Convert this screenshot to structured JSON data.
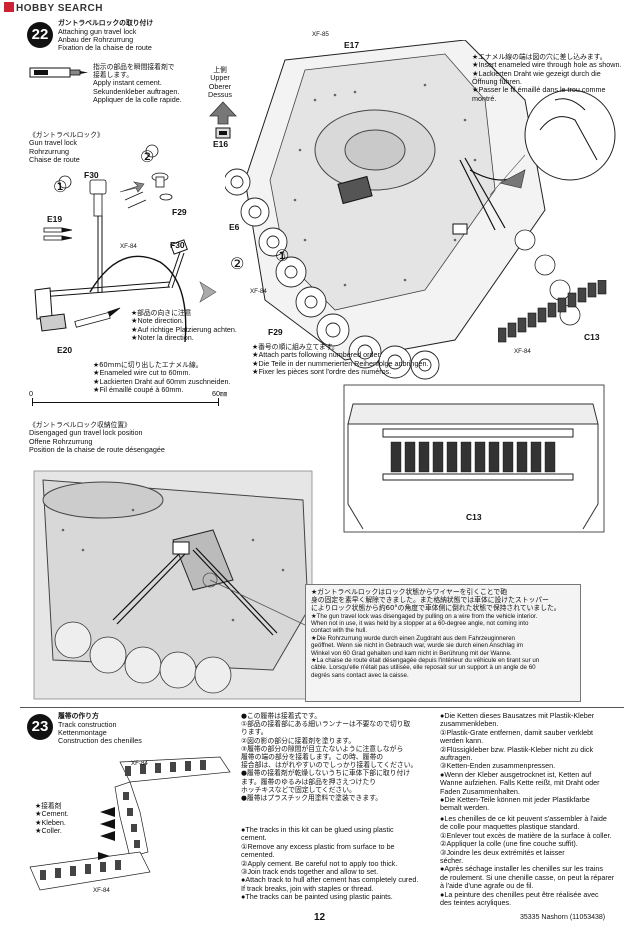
{
  "header": {
    "logo_text": "HOBBY SEARCH"
  },
  "step22": {
    "number": "22",
    "title_jp": "ガントラベルロックの取り付け",
    "title_en": "Attaching gun travel lock",
    "title_de": "Anbau der Rohrzurrung",
    "title_fr": "Fixation de la chaise de route",
    "glue_jp": [
      "指示の部品を瞬間接着剤で",
      "接着します。"
    ],
    "glue_en": "Apply instant cement.",
    "glue_de": "Sekundenkleber auftragen.",
    "glue_fr": "Appliquer de la colle rapide.",
    "lock_jp": "《ガントラベルロック》",
    "lock_en": "Gun travel lock",
    "lock_de": "Rohrzurrung",
    "lock_fr": "Chaise de route",
    "up_jp": "上側",
    "up_en": "Upper",
    "up_de": "Oberer",
    "up_fr": "Dessus",
    "parts": {
      "e17": "E17",
      "xf85": "XF-85",
      "e16": "E16",
      "e6": "E6",
      "f30a": "F30",
      "f30b": "F30",
      "f29a": "F29",
      "f29b": "F29",
      "e19": "E19",
      "e20": "E20",
      "xf84a": "XF-84",
      "xf84b": "XF-84",
      "xf84c": "XF-84",
      "c13a": "C13",
      "c13b": "C13",
      "circ1": "①",
      "circ2": "②",
      "circ1b": "①",
      "circ2b": "②"
    },
    "enamel_jp": "★エナメル線の端は図の穴に差し込みます。",
    "enamel_en": "★Insert enameled wire through hole as shown.",
    "enamel_de": "★Lackierten Draht wie gezeigt durch die",
    "enamel_de2": "Öffnung führen.",
    "enamel_fr": "★Passer le fil émaillé dans le trou comme",
    "enamel_fr2": "montré.",
    "dir_jp": "★部品の向きに注意",
    "dir_en": "★Note direction.",
    "dir_de": "★Auf richtige Platzierung achten.",
    "dir_fr": "★Noter la direction.",
    "wire_jp": "★60mmに切り出したエナメル線。",
    "wire_en": "★Enameled wire cut to 60mm.",
    "wire_de": "★Lackierten Draht auf 60mm zuschneiden.",
    "wire_fr": "★Fil émaillé coupé à 60mm.",
    "order_jp": "★番号の順に組み立てます。",
    "order_en": "★Attach parts following numbered order.",
    "order_de": "★Die Teile in der nummerierten Reihenfolge anbringen.",
    "order_fr": "★Fixer les pièces sont l'ordre des numéros.",
    "ruler_start": "0",
    "ruler_end": "60㎜"
  },
  "disengaged": {
    "title_jp": "《ガントラベルロック収納位置》",
    "title_en": "Disengaged gun travel lock position",
    "title_de": "Offene Rohrzurrung",
    "title_fr": "Position de la chaise de route désengagée",
    "note_jp1": "★ガントラベルロックはロック状態からワイヤーを引くことで砲",
    "note_jp2": "身の固定を素早く解除できました。また格納状態では車体に設けたストッパー",
    "note_jp3": "によりロック状態から約60°の角度で車体側に倒れた状態で保持されていました。",
    "note_en1": "★The gun travel lock was disengaged by pulling on a wire from the vehicle interior.",
    "note_en2": "When not in use, it was held by a stopper at a 60-degree angle, not coming into",
    "note_en3": "contact with the hull.",
    "note_de1": "★Die Rohrzurrung wurde durch einen Zugdraht aus dem Fahrzeuginneren",
    "note_de2": "geöffnet. Wenn sie nicht in Gebrauch war, wurde sie durch einen Anschlag im",
    "note_de3": "Winkel von 60 Grad gehalten und kam nicht in Berührung mit der Wanne.",
    "note_fr1": "★La chaise de route était désengagée depuis l'intérieur du véhicule en tirant sur un",
    "note_fr2": "câble. Lorsqu'elle n'était pas utilisée, elle reposait sur un support à un angle de 60",
    "note_fr3": "degrés sans contact avec la caisse."
  },
  "step23": {
    "number": "23",
    "title_jp": "履帯の作り方",
    "title_en": "Track construction",
    "title_de": "Kettenmontage",
    "title_fr": "Construction des chenilles",
    "xf84a": "XF-84",
    "xf84b": "XF-84",
    "glue_jp": "★接着剤",
    "glue_en": "★Cement.",
    "glue_de": "★Kleben.",
    "glue_fr": "★Coller.",
    "jp_lines": [
      "●この履帯は接着式です。",
      "①部品の接着部にある細いランナーは不要なので切り取",
      "ります。",
      "②図の影の部分に接着剤を塗ります。",
      "③履帯の部分の隙間が目立たないように注意しながら",
      "履帯の端の部分を接着します。この時、履帯の",
      "接合部は、はがれやすいのでしっかり接着してください。",
      "●履帯の接着剤が乾燥しないうちに車体下部に取り付け",
      "ます。履帯のゆるみは部品を押さえつけたり",
      "ホッチキスなどで固定してください。",
      "●履帯はプラスチック用塗料で塗装できます。"
    ],
    "en_lines": [
      "●The tracks in this kit can be glued using plastic",
      "cement.",
      "①Remove any excess plastic from surface to be",
      "cemented.",
      "②Apply cement. Be careful not to apply too thick.",
      "③Join track ends together and allow to set.",
      "●Attach track to hull after cement has completely cured.",
      "If track breaks, join with staples or thread.",
      "●The tracks can be painted using plastic paints."
    ],
    "de_lines": [
      "●Die Ketten dieses Bausatzes mit Plastik-Kleber",
      "zusammenkleben.",
      "①Plastik-Grate entfernen, damit sauber verklebt",
      "werden kann.",
      "②Flüssigkleber bzw. Plastik-Kleber nicht zu dick",
      "auftragen.",
      "③Ketten-Enden zusammenpressen.",
      "●Wenn der Kleber ausgetrocknet ist, Ketten auf",
      "Wanne aufziehen. Falls Kette reißt, mit Draht oder",
      "Faden Zusammenhalten.",
      "●Die Ketten-Teile können mit jeder Plastikfarbe",
      "bemalt werden."
    ],
    "fr_lines": [
      "●Les chenilles de ce kit peuvent s'assembler à l'aide",
      "de colle pour maquettes plastique standard.",
      "①Enlever tout excès de matière de la surface à coller.",
      "②Appliquer la colle (une fine couche suffit).",
      "③Joindre les deux extrémités et laisser",
      "sécher.",
      "●Après séchage installer les chenilles sur les trains",
      "de roulement. Si une chenille casse, on peut la réparer",
      "à l'aide d'une agrafe ou de fil.",
      "●La peinture des chenilles peut être réalisée avec",
      "des teintes acryliques."
    ]
  },
  "footer": {
    "page": "12",
    "code": "35335",
    "name": "Nashorn",
    "catalog": "(11053438)"
  }
}
